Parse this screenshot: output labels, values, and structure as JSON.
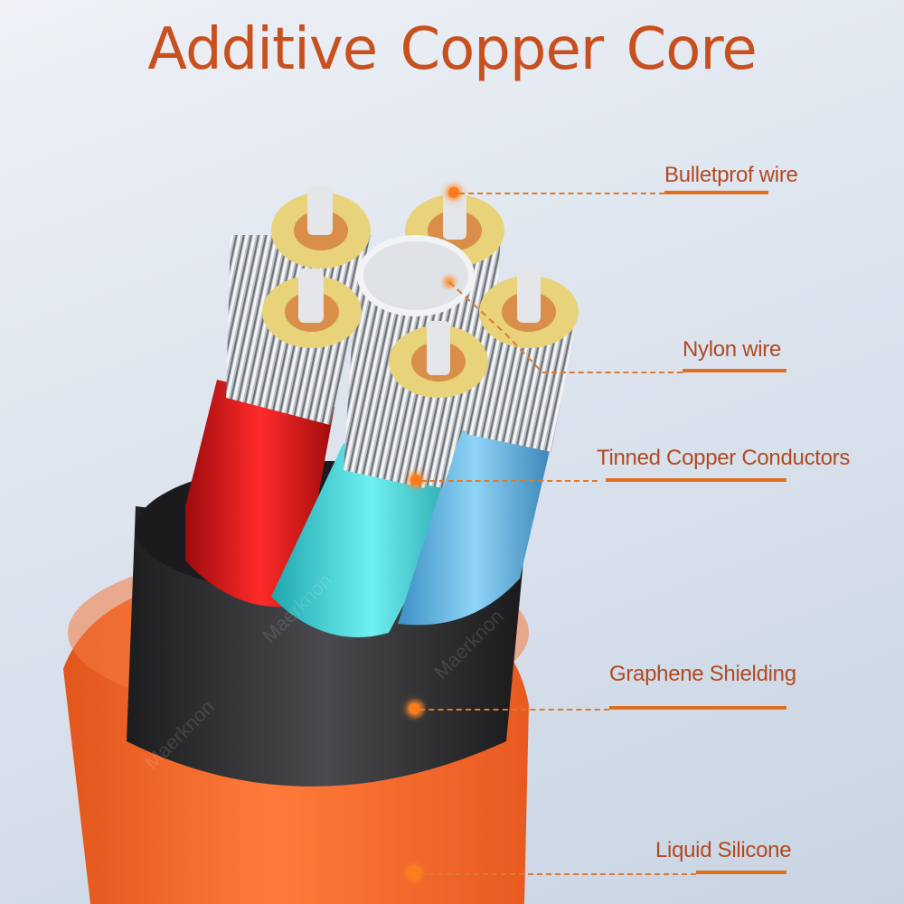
{
  "title": "Additive Copper Core",
  "colors": {
    "title": "#c8501e",
    "label": "#b04a22",
    "accent_line": "#e07020",
    "jacket_orange": "#f26a2a",
    "shield_black": "#2b2b2d",
    "wire_red": "#d81a1a",
    "wire_cyan": "#36d3d8",
    "wire_blue": "#5fb8e6",
    "copper_gold": "#e8d27a",
    "strand_silver": "#c9cdd2"
  },
  "callouts": [
    {
      "label": "Bulletprof  wire"
    },
    {
      "label": "Nylon wire"
    },
    {
      "label": "Tinned Copper Conductors"
    },
    {
      "label": "Graphene Shielding"
    },
    {
      "label": "Liquid Silicone"
    }
  ],
  "watermark": "Maerknon"
}
